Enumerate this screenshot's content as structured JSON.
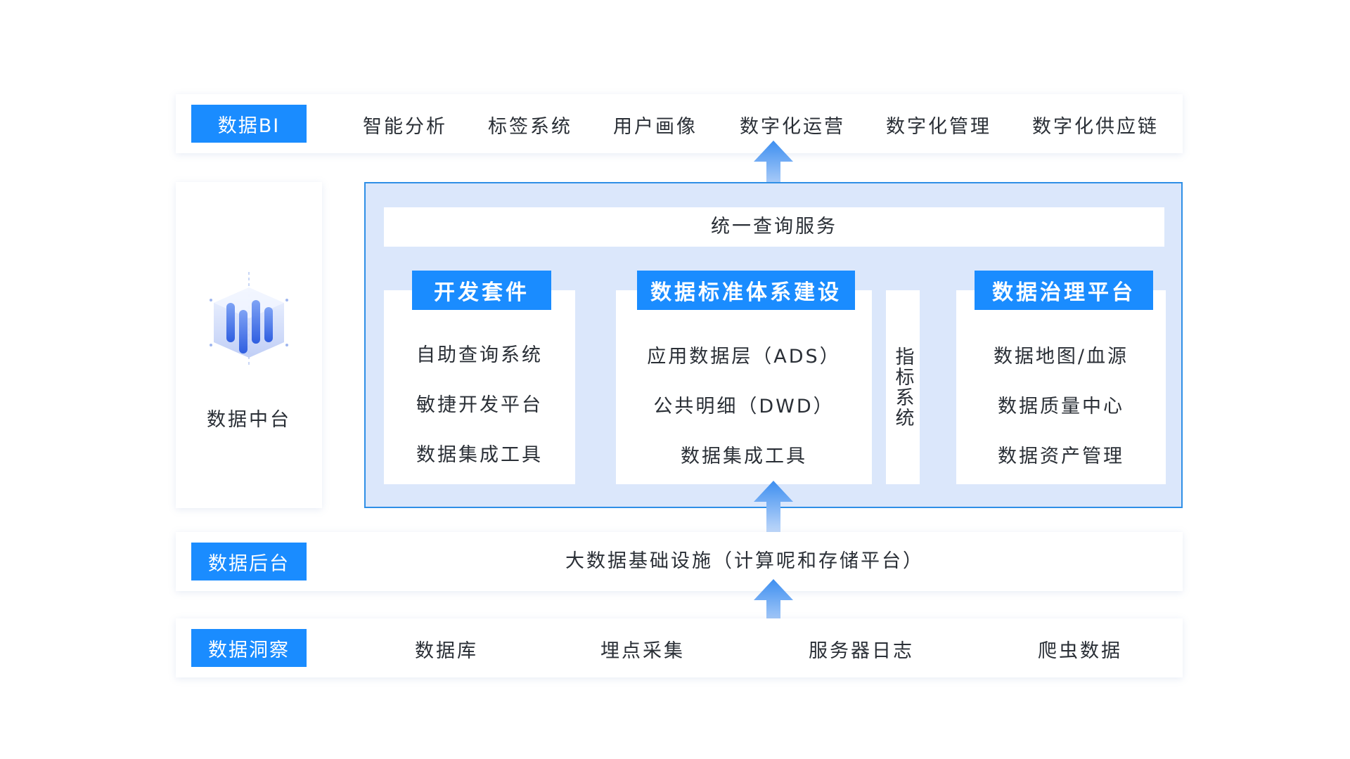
{
  "colors": {
    "accent": "#1a8cff",
    "panel_bg": "#dbe7fb",
    "panel_border": "#2f8fe6",
    "arrow_top": "#3d8ef0",
    "arrow_bottom": "#cfe1fb"
  },
  "bi": {
    "tag": "数据BI",
    "items": [
      "智能分析",
      "标签系统",
      "用户画像",
      "数字化运营",
      "数字化管理",
      "数字化供应链"
    ]
  },
  "middle": {
    "side_label": "数据中台",
    "side_icon": "data-cube-icon",
    "query_service": "统一查询服务",
    "dev": {
      "title": "开发套件",
      "items": [
        "自助查询系统",
        "敏捷开发平台",
        "数据集成工具"
      ]
    },
    "standard": {
      "title": "数据标准体系建设",
      "items": [
        "应用数据层（ADS）",
        "公共明细（DWD）",
        "数据集成工具"
      ]
    },
    "metrics": "指标系统",
    "governance": {
      "title": "数据治理平台",
      "items": [
        "数据地图/血源",
        "数据质量中心",
        "数据资产管理"
      ]
    }
  },
  "backend": {
    "tag": "数据后台",
    "text": "大数据基础设施（计算呢和存储平台）"
  },
  "insight": {
    "tag": "数据洞察",
    "items": [
      "数据库",
      "埋点采集",
      "服务器日志",
      "爬虫数据"
    ]
  }
}
